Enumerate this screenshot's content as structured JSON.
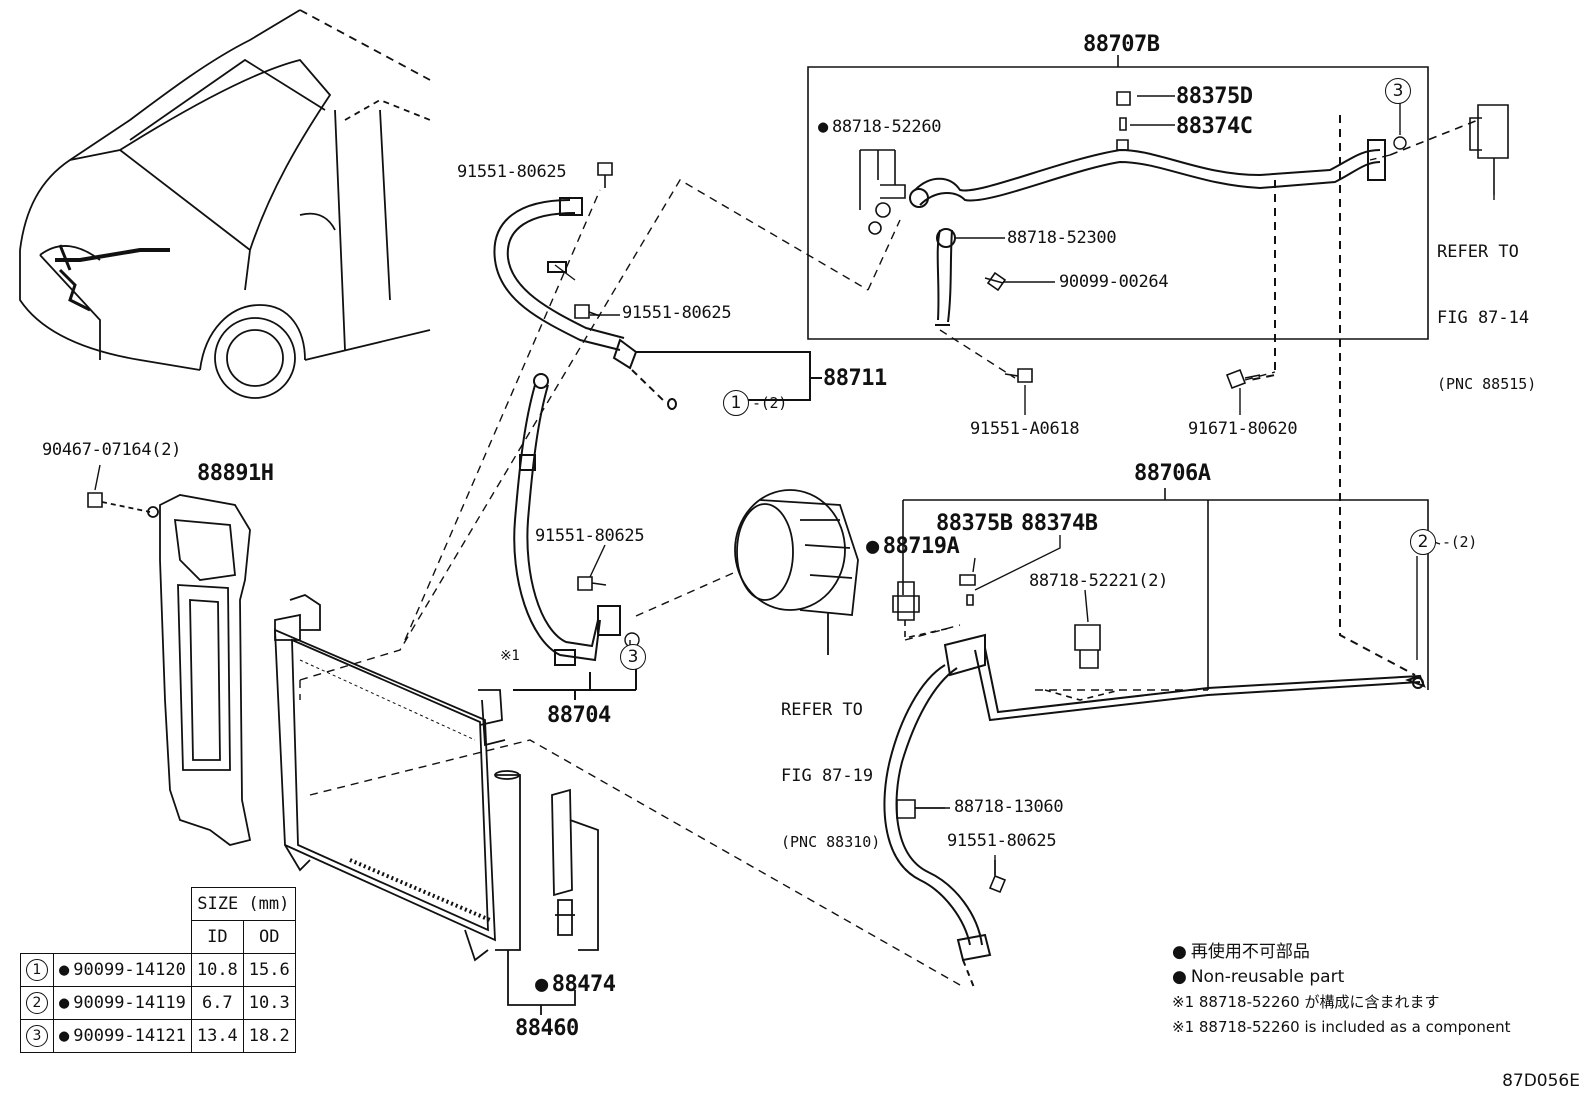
{
  "labels": {
    "p88707B": "88707B",
    "p88375D": "88375D",
    "p88374C": "88374C",
    "p88718_52260": "88718-52260",
    "p88718_52300": "88718-52300",
    "p90099_00264": "90099-00264",
    "p91551_80625_a": "91551-80625",
    "p91551_80625_b": "91551-80625",
    "p91551_80625_c": "91551-80625",
    "p91551_80625_d": "91551-80625",
    "p88711": "88711",
    "p91551_A0618": "91551-A0618",
    "p91671_80620": "91671-80620",
    "p90467_07164": "90467-07164(2)",
    "p88891H": "88891H",
    "p88706A": "88706A",
    "p88375B": "88375B",
    "p88374B": "88374B",
    "p88719A": "88719A",
    "p88718_52221": "88718-52221(2)",
    "p88704": "88704",
    "p88718_13060": "88718-13060",
    "p88474": "88474",
    "p88460": "88460",
    "note_mark": "※1",
    "circle1_qty": "-(2)",
    "circle2_qty": "-(2)"
  },
  "circles": {
    "c1": "1",
    "c2": "2",
    "c3": "3"
  },
  "refer_fig1419": {
    "line1": "REFER TO",
    "line2": "FIG 87-19",
    "line3": "(PNC 88310)"
  },
  "refer_fig1414": {
    "line1": "REFER TO",
    "line2": "FIG 87-14",
    "line3": "(PNC 88515)"
  },
  "size_table": {
    "header": "SIZE (mm)",
    "col_id": "ID",
    "col_od": "OD",
    "rows": [
      {
        "num": "1",
        "part": "90099-14120",
        "id": "10.8",
        "od": "15.6"
      },
      {
        "num": "2",
        "part": "90099-14119",
        "id": "6.7",
        "od": "10.3"
      },
      {
        "num": "3",
        "part": "90099-14121",
        "id": "13.4",
        "od": "18.2"
      }
    ]
  },
  "legend": {
    "jp_nonreusable": "再使用不可部品",
    "en_nonreusable": "Non-reusable part",
    "jp_note": "※1 88718-52260 が構成に含まれます",
    "en_note": "※1 88718-52260 is included as a component"
  },
  "figure_code": "87D056E"
}
